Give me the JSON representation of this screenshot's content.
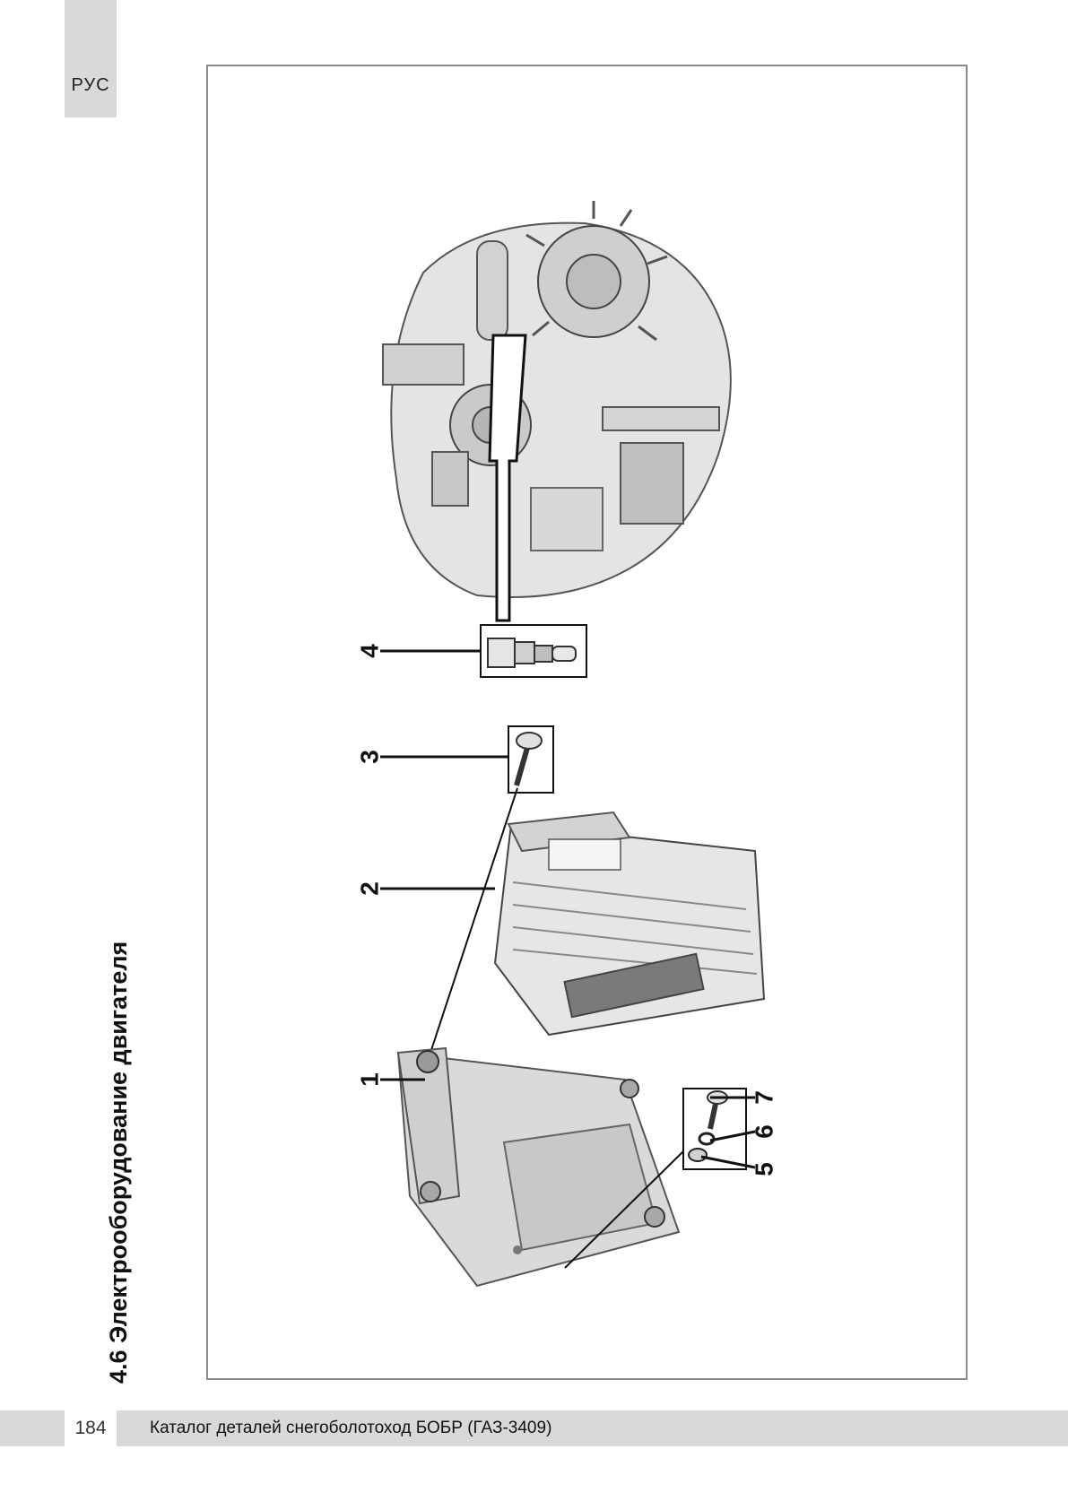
{
  "lang_tab": "РУС",
  "section_title": "4.6 Электрооборудование двигателя",
  "callouts": [
    "1",
    "2",
    "3",
    "4",
    "5",
    "6",
    "7"
  ],
  "footer": {
    "page_number": "184",
    "catalog_title": "Каталог деталей снегоболотоход БОБР (ГАЗ-3409)"
  },
  "illustration": {
    "parts": [
      "bracket-icon",
      "ecu-icon",
      "screw-icon",
      "sensor-icon",
      "washer-icon",
      "engine-icon"
    ]
  }
}
